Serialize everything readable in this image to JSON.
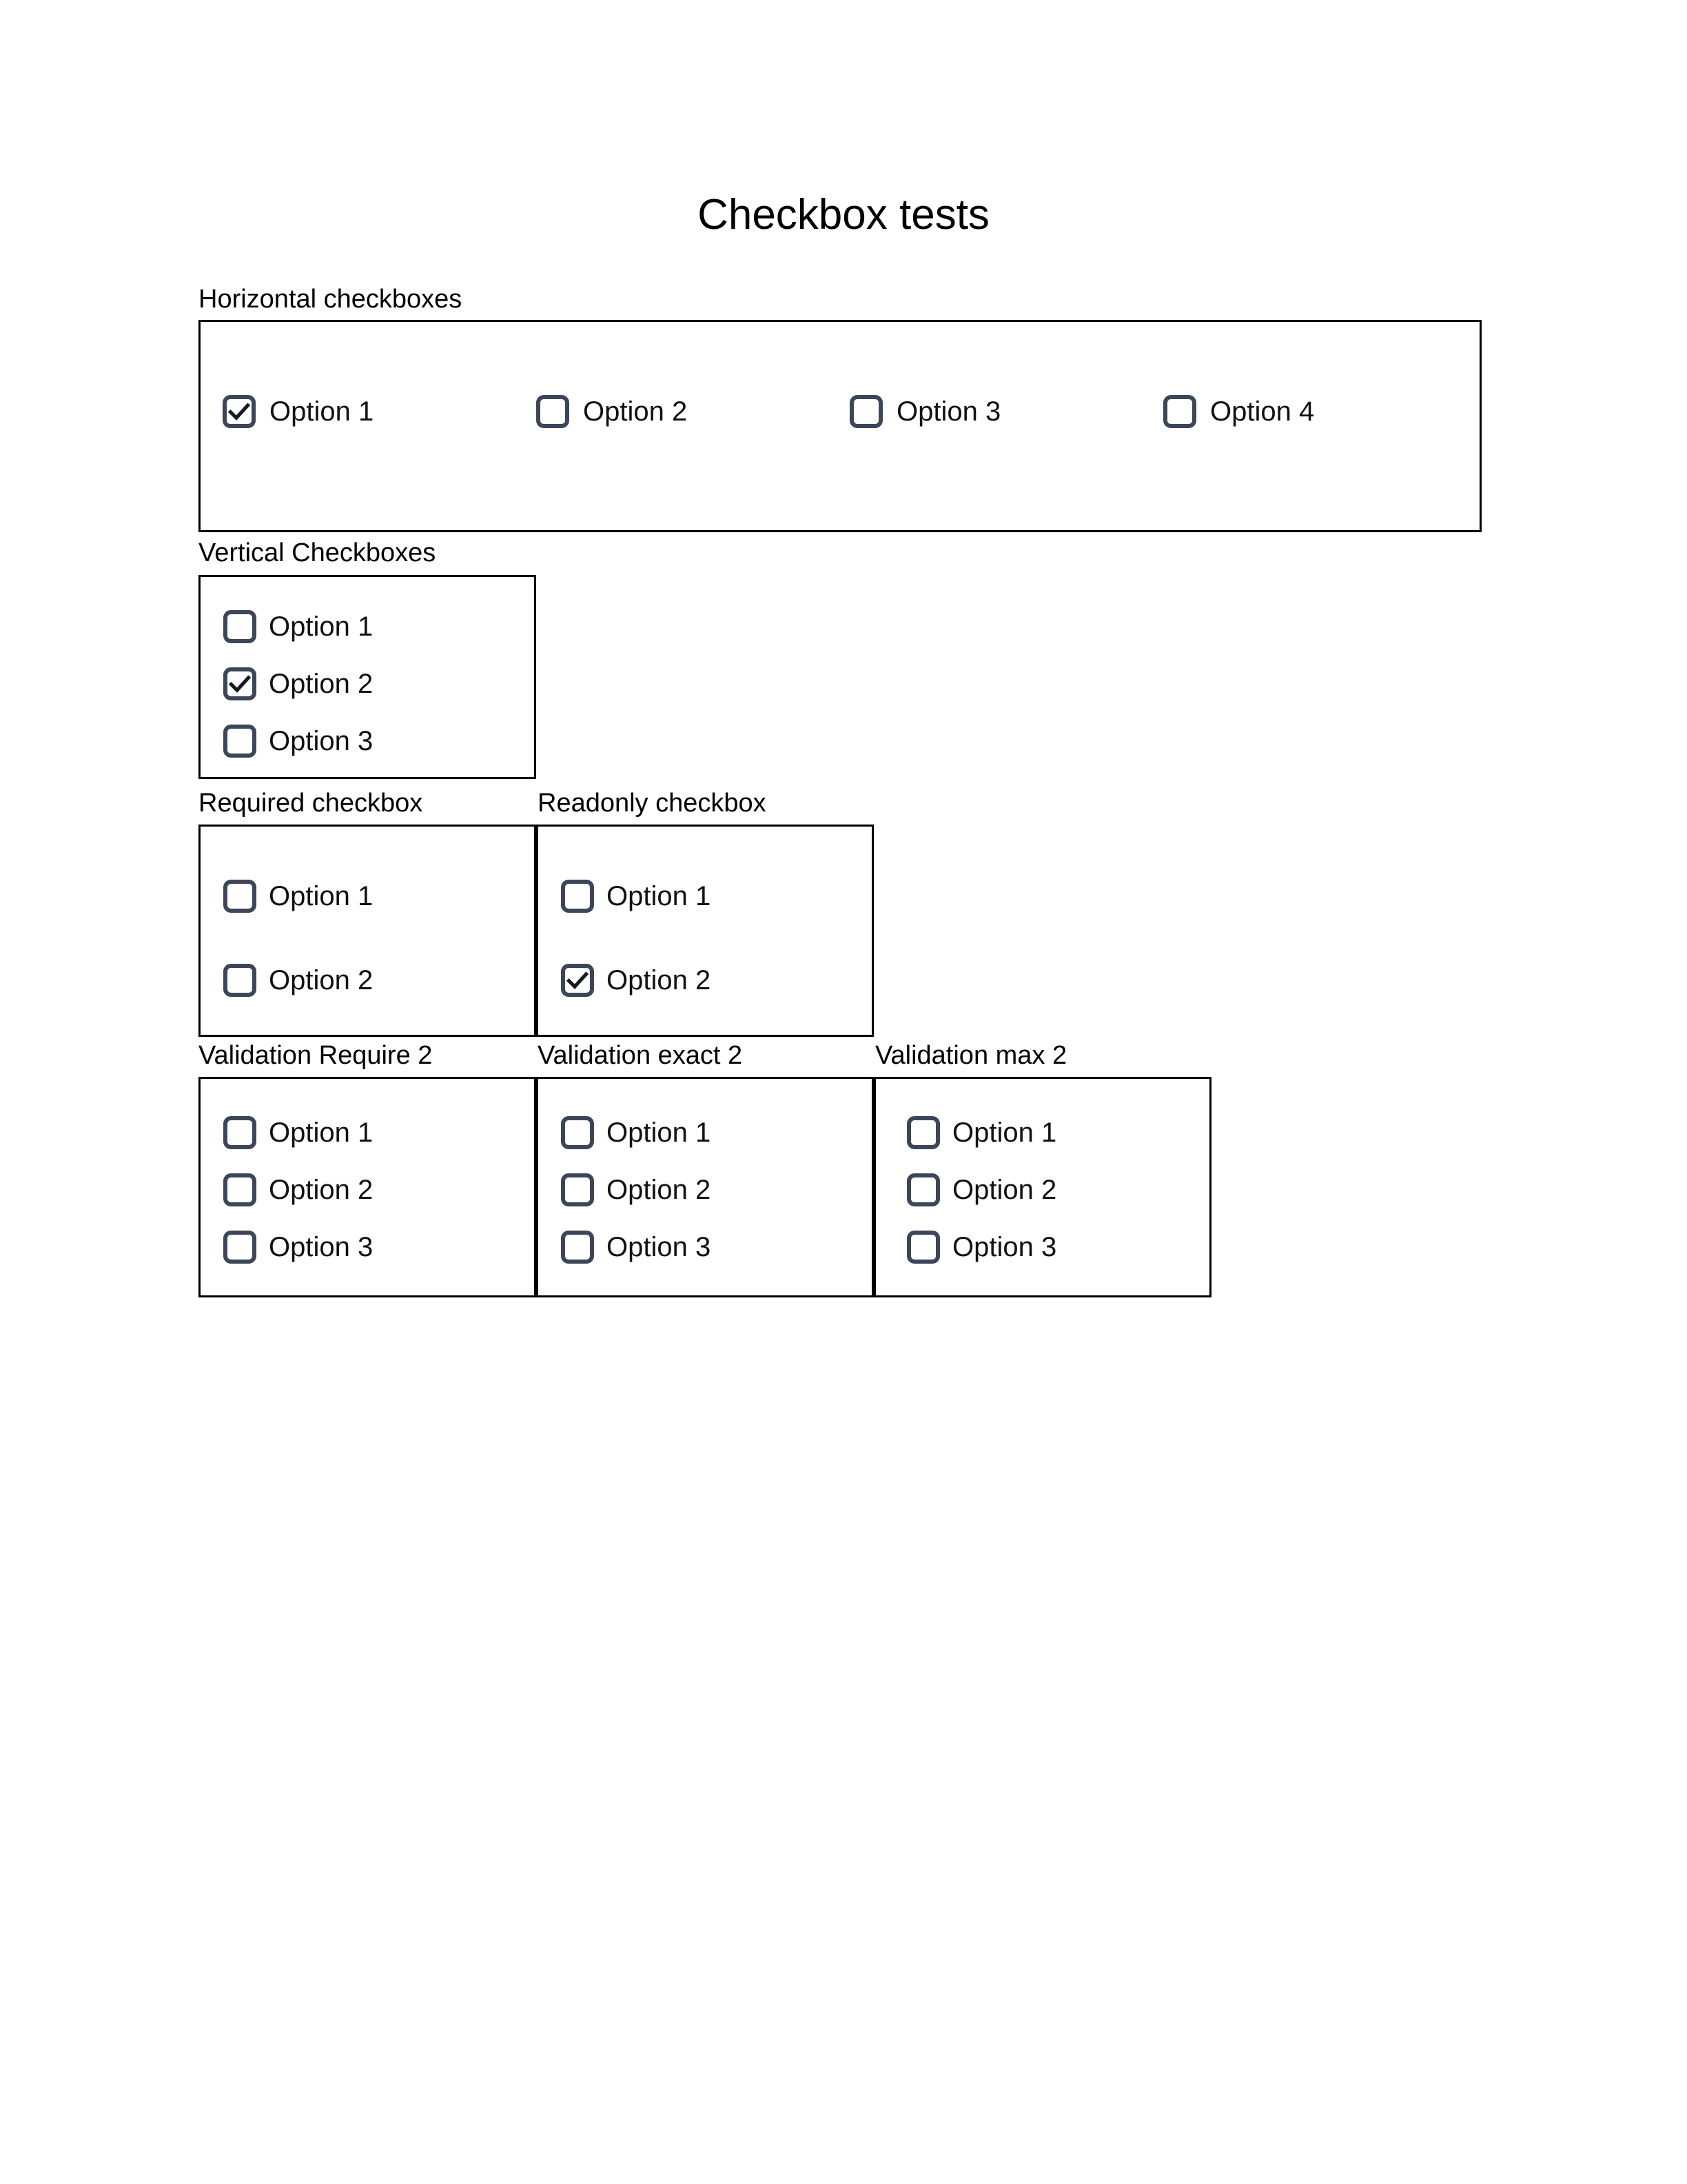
{
  "page": {
    "title": "Checkbox tests",
    "background": "#ffffff",
    "text_color": "#000000",
    "checkbox_color": "#3c4659",
    "border_color": "#000000"
  },
  "icons": {
    "checkmark": "check-icon",
    "empty_box": "checkbox-unchecked-icon",
    "checked_box": "checkbox-checked-icon"
  },
  "sections": [
    {
      "id": "horizontal",
      "label": "Horizontal checkboxes",
      "orientation": "horizontal",
      "options": [
        {
          "label": "Option 1",
          "checked": true
        },
        {
          "label": "Option 2",
          "checked": false
        },
        {
          "label": "Option 3",
          "checked": false
        },
        {
          "label": "Option 4",
          "checked": false
        }
      ]
    },
    {
      "id": "vertical",
      "label": "Vertical Checkboxes",
      "orientation": "vertical",
      "options": [
        {
          "label": "Option 1",
          "checked": false
        },
        {
          "label": "Option 2",
          "checked": true
        },
        {
          "label": "Option 3",
          "checked": false
        }
      ]
    },
    {
      "id": "required",
      "label": "Required checkbox",
      "orientation": "vertical",
      "options": [
        {
          "label": "Option 1",
          "checked": false
        },
        {
          "label": "Option 2",
          "checked": false
        }
      ]
    },
    {
      "id": "readonly",
      "label": "Readonly checkbox",
      "orientation": "vertical",
      "options": [
        {
          "label": "Option 1",
          "checked": false
        },
        {
          "label": "Option 2",
          "checked": true
        }
      ]
    },
    {
      "id": "validation-require-2",
      "label": "Validation Require 2",
      "orientation": "vertical",
      "options": [
        {
          "label": "Option 1",
          "checked": false
        },
        {
          "label": "Option 2",
          "checked": false
        },
        {
          "label": "Option 3",
          "checked": false
        }
      ]
    },
    {
      "id": "validation-exact-2",
      "label": "Validation exact 2",
      "orientation": "vertical",
      "options": [
        {
          "label": "Option 1",
          "checked": false
        },
        {
          "label": "Option 2",
          "checked": false
        },
        {
          "label": "Option 3",
          "checked": false
        }
      ]
    },
    {
      "id": "validation-max-2",
      "label": "Validation max 2",
      "orientation": "vertical",
      "options": [
        {
          "label": "Option 1",
          "checked": false
        },
        {
          "label": "Option 2",
          "checked": false
        },
        {
          "label": "Option 3",
          "checked": false
        }
      ]
    }
  ]
}
